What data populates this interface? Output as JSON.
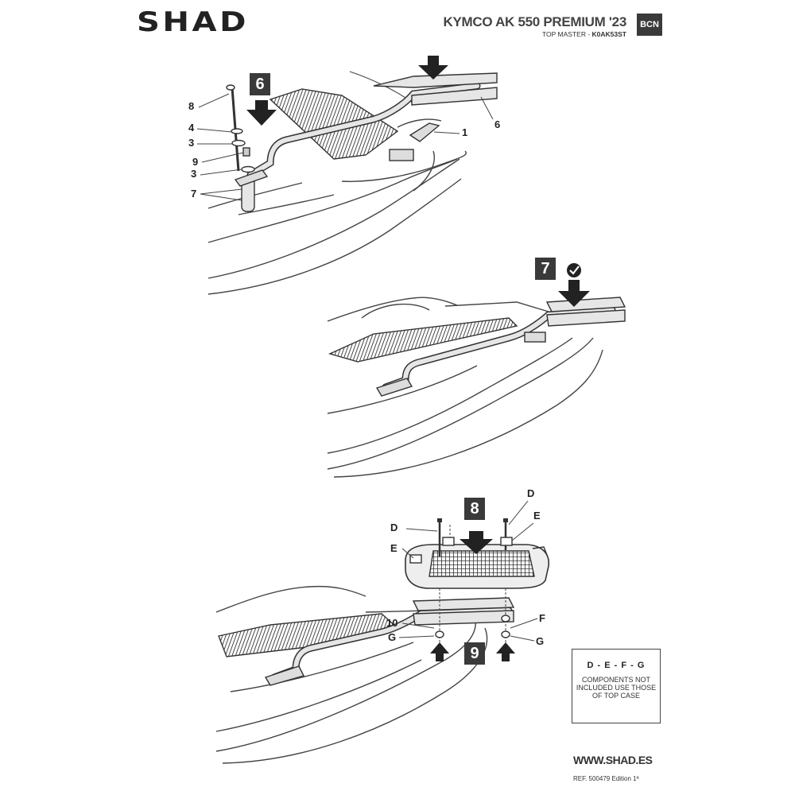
{
  "header": {
    "brand": "SHAD",
    "model": "KYMCO AK 550 PREMIUM '23",
    "subtitle_prefix": "TOP MASTER - ",
    "subtitle_code": "K0AK53ST",
    "badge": "BCN"
  },
  "steps": {
    "s6": "6",
    "s7": "7",
    "s8": "8",
    "s9": "9"
  },
  "labels": {
    "l8": "8",
    "l4": "4",
    "l3a": "3",
    "l9": "9",
    "l3b": "3",
    "l7": "7",
    "l1": "1",
    "l6": "6",
    "lD1": "D",
    "lE1": "E",
    "lD2": "D",
    "lE2": "E",
    "l10": "10",
    "lG1": "G",
    "lF": "F",
    "lG2": "G"
  },
  "note": {
    "title": "D - E - F - G",
    "body": "COMPONENTS NOT INCLUDED USE THOSE OF TOP CASE"
  },
  "footer": {
    "url": "WWW.SHAD.ES",
    "ref": "REF. 500479 Edition 1ª"
  },
  "colors": {
    "ink": "#222222",
    "badge_bg": "#3a3a3a",
    "rack_fill": "#d8d8d8"
  }
}
